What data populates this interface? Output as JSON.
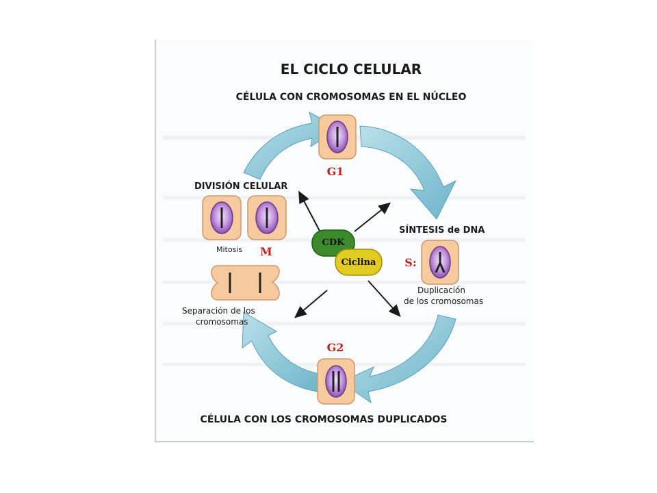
{
  "diagram": {
    "title": "EL CICLO CELULAR",
    "top_caption": "CÉLULA CON CROMOSOMAS EN EL NÚCLEO",
    "bottom_caption": "CÉLULA CON LOS CROMOSOMAS DUPLICADOS",
    "phases": {
      "g1": "G1",
      "s": "S:",
      "g2": "G2",
      "m": "M"
    },
    "labels": {
      "division": "DIVISIÓN CELULAR",
      "mitosis": "Mitosis",
      "synthesis": "SÍNTESIS de DNA",
      "duplication_1": "Duplicación",
      "duplication_2": "de los cromosomas",
      "separation_1": "Separación de los",
      "separation_2": "cromosomas"
    },
    "enzymes": {
      "cdk": "CDK",
      "cyclin": "Ciclina"
    },
    "colors": {
      "arrow": "#8ccad9",
      "cell": "#f6c99e",
      "nucleus": "#a468c8",
      "cdk": "#3d8a2c",
      "cyclin": "#e2cc1f",
      "phase_text": "#b3271f"
    }
  }
}
